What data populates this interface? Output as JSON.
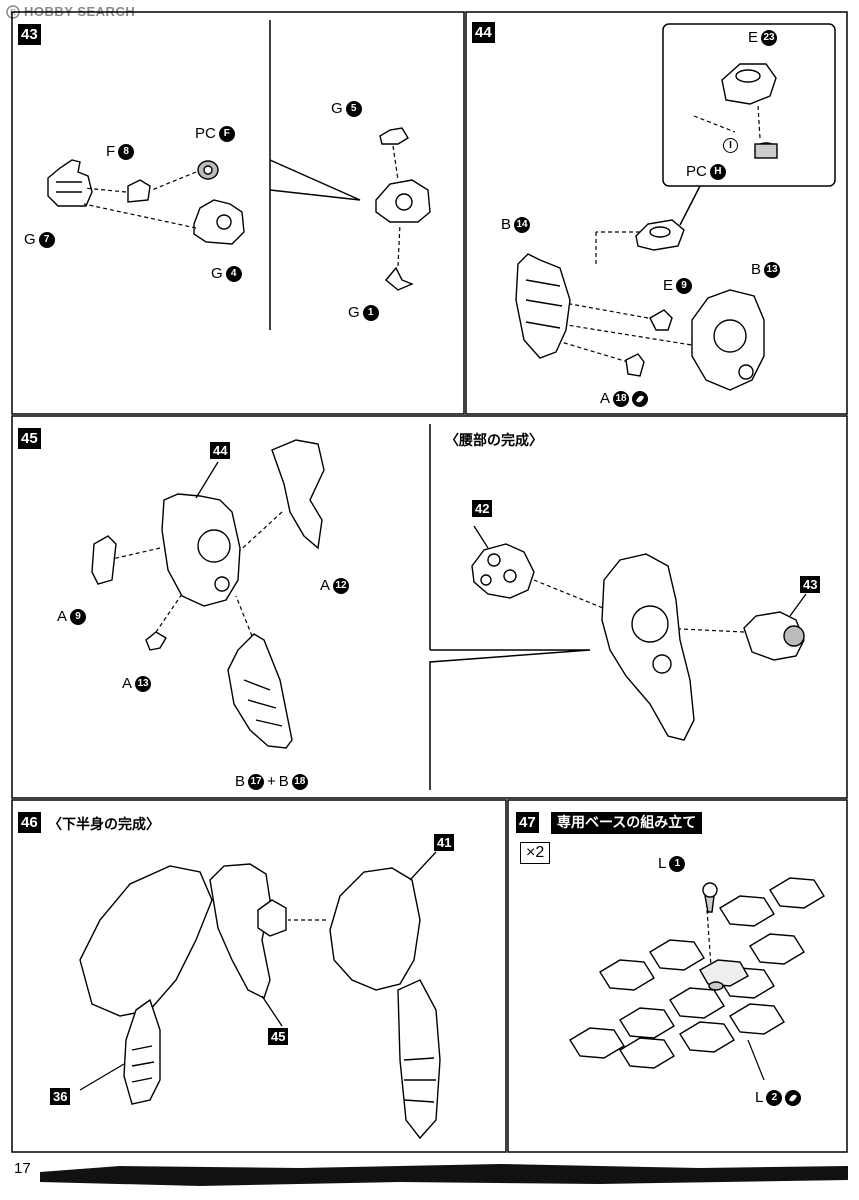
{
  "watermark": {
    "text": "HOBBY SEARCH"
  },
  "page_number": "17",
  "steps": {
    "s43": {
      "number": "43",
      "labels": {
        "pcf": "PC",
        "pcf_n": "F",
        "f8": "F",
        "f8_n": "8",
        "g7": "G",
        "g7_n": "7",
        "g4": "G",
        "g4_n": "4",
        "g5": "G",
        "g5_n": "5",
        "g1": "G",
        "g1_n": "1"
      }
    },
    "s44": {
      "number": "44",
      "labels": {
        "e23": "E",
        "e23_n": "23",
        "i": "I",
        "pch": "PC",
        "pch_n": "H",
        "b14": "B",
        "b14_n": "14",
        "e9": "E",
        "e9_n": "9",
        "b13": "B",
        "b13_n": "13",
        "a18": "A",
        "a18_n": "18"
      }
    },
    "s45": {
      "number": "45",
      "ref44": "44",
      "labels": {
        "a9": "A",
        "a9_n": "9",
        "a12": "A",
        "a12_n": "12",
        "a13": "A",
        "a13_n": "13",
        "b17": "B",
        "b17_n": "17",
        "plus": "+",
        "b18": "B",
        "b18_n": "18"
      }
    },
    "waist": {
      "title": "〈腰部の完成〉",
      "ref42": "42",
      "ref43": "43"
    },
    "s46": {
      "number": "46",
      "title": "〈下半身の完成〉",
      "ref41": "41",
      "ref45": "45",
      "ref36": "36"
    },
    "s47": {
      "number": "47",
      "title": "専用ベースの組み立て",
      "multiplier": "×2",
      "labels": {
        "l1": "L",
        "l1_n": "1",
        "l2": "L",
        "l2_n": "2"
      }
    }
  }
}
